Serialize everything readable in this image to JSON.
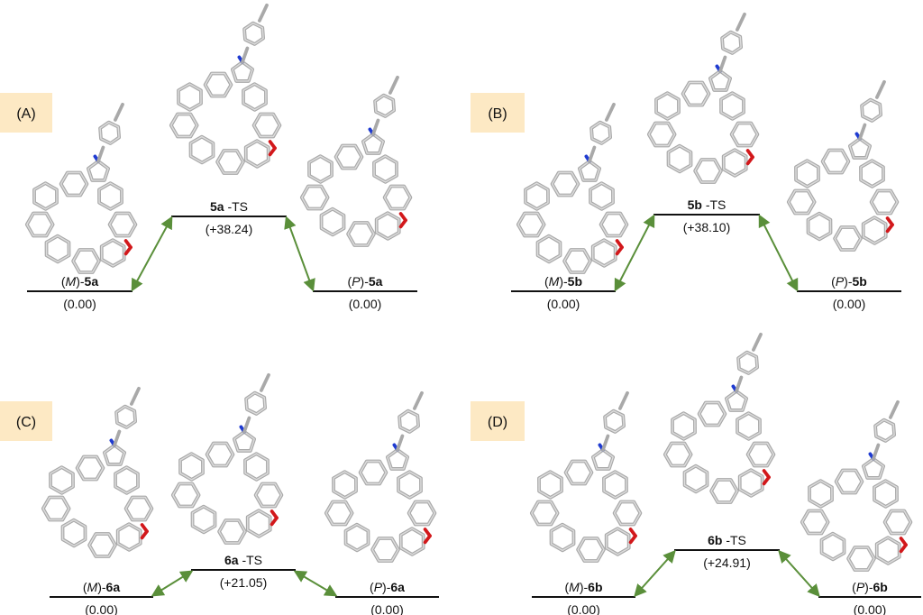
{
  "panels": [
    {
      "id": "A",
      "badge": "(A)",
      "left_label": {
        "prefix": "(",
        "italic": "M",
        "suffix": ")-",
        "bold": "5a"
      },
      "left_energy": "(0.00)",
      "ts_label": {
        "bold": "5a",
        "rest": " -TS"
      },
      "ts_energy": "(+38.24)",
      "right_label": {
        "prefix": "(",
        "italic": "P",
        "suffix": ")-",
        "bold": "5a"
      },
      "right_energy": "(0.00)"
    },
    {
      "id": "B",
      "badge": "(B)",
      "left_label": {
        "prefix": "(",
        "italic": "M",
        "suffix": ")-",
        "bold": "5b"
      },
      "left_energy": "(0.00)",
      "ts_label": {
        "bold": "5b",
        "rest": " -TS"
      },
      "ts_energy": "(+38.10)",
      "right_label": {
        "prefix": "(",
        "italic": "P",
        "suffix": ")-",
        "bold": "5b"
      },
      "right_energy": "(0.00)"
    },
    {
      "id": "C",
      "badge": "(C)",
      "left_label": {
        "prefix": "(",
        "italic": "M",
        "suffix": ")-",
        "bold": "6a"
      },
      "left_energy": "(0.00)",
      "ts_label": {
        "bold": "6a",
        "rest": " -TS"
      },
      "ts_energy": "(+21.05)",
      "right_label": {
        "prefix": "(",
        "italic": "P",
        "suffix": ")-",
        "bold": "6a"
      },
      "right_energy": "(0.00)"
    },
    {
      "id": "D",
      "badge": "(D)",
      "left_label": {
        "prefix": "(",
        "italic": "M",
        "suffix": ")-",
        "bold": "6b"
      },
      "left_energy": "(0.00)",
      "ts_label": {
        "bold": "6b",
        "rest": " -TS"
      },
      "ts_energy": "(+24.91)",
      "right_label": {
        "prefix": "(",
        "italic": "P",
        "suffix": ")-",
        "bold": "6b"
      },
      "right_energy": "(0.00)"
    }
  ],
  "colors": {
    "badge_fill": "#fde9c4",
    "arrow": "#5a8f3a",
    "bond": "#a9a9a9",
    "nitrogen": "#1f3bd1",
    "oxygen": "#d2181b"
  },
  "molecule_icon": "ball-and-stick-molecule"
}
